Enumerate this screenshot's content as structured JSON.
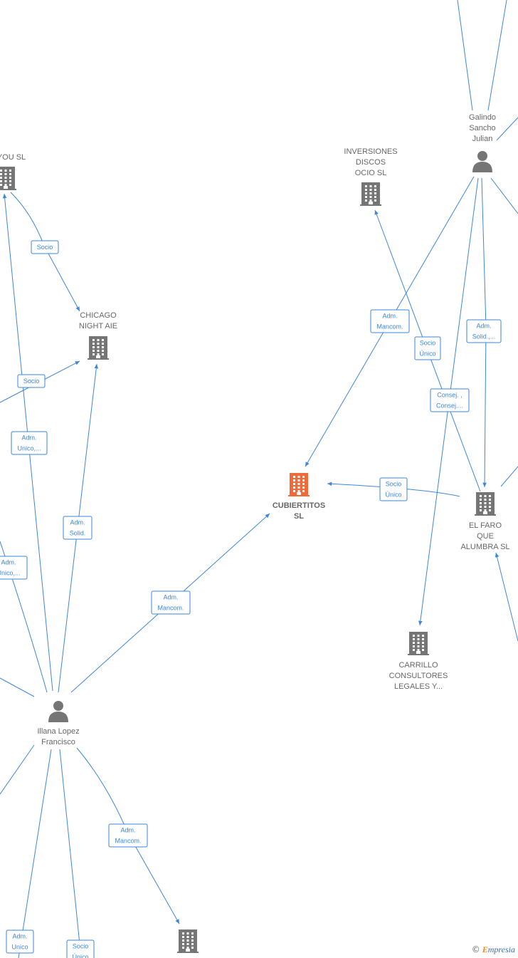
{
  "nodes": [
    {
      "id": "cubiertitos",
      "type": "company",
      "main": true,
      "lines": [
        "CUBIERTITOS",
        "SL"
      ]
    },
    {
      "id": "galindo",
      "type": "person",
      "lines": [
        "Galindo",
        "Sancho",
        "Julian"
      ]
    },
    {
      "id": "inversiones",
      "type": "company",
      "lines": [
        "INVERSIONES",
        "DISCOS",
        "OCIO  SL"
      ]
    },
    {
      "id": "chicago",
      "type": "company",
      "lines": [
        "CHICAGO",
        "NIGHT AIE"
      ]
    },
    {
      "id": "you",
      "type": "company",
      "lines": [
        "YOU  SL"
      ]
    },
    {
      "id": "elfaro",
      "type": "company",
      "lines": [
        "EL FARO",
        "QUE",
        "ALUMBRA  SL"
      ]
    },
    {
      "id": "carrillo",
      "type": "company",
      "lines": [
        "CARRILLO",
        "CONSULTORES",
        "LEGALES Y..."
      ]
    },
    {
      "id": "illana",
      "type": "person",
      "lines": [
        "Illana Lopez",
        "Francisco"
      ]
    },
    {
      "id": "bottom",
      "type": "company",
      "lines": []
    }
  ],
  "edge_labels": [
    {
      "id": "e1",
      "lines": [
        "Socio"
      ]
    },
    {
      "id": "e2",
      "lines": [
        "Socio"
      ]
    },
    {
      "id": "e3",
      "lines": [
        "Adm.",
        "Unico,..."
      ]
    },
    {
      "id": "e4",
      "lines": [
        "Adm.",
        "Solid."
      ]
    },
    {
      "id": "e5",
      "lines": [
        "Adm.",
        "Unico,..."
      ]
    },
    {
      "id": "e6",
      "lines": [
        "Adm.",
        "Mancom."
      ]
    },
    {
      "id": "e7",
      "lines": [
        "Adm.",
        "Mancom."
      ]
    },
    {
      "id": "e8",
      "lines": [
        "Socio",
        "Único"
      ]
    },
    {
      "id": "e9",
      "lines": [
        "Adm.",
        "Solid.,..."
      ]
    },
    {
      "id": "e10",
      "lines": [
        "Consej. ,",
        "Consej...."
      ]
    },
    {
      "id": "e11",
      "lines": [
        "Socio",
        "Único"
      ]
    },
    {
      "id": "e12",
      "lines": [
        "Adm.",
        "Mancom."
      ]
    },
    {
      "id": "e13",
      "lines": [
        "Adm.",
        "Unico"
      ]
    },
    {
      "id": "e14",
      "lines": [
        "Socio",
        "Único"
      ]
    }
  ],
  "colors": {
    "edge": "#3d87d6",
    "icon": "#757575",
    "main_icon": "#f26a3a",
    "label": "#666666"
  },
  "footer": {
    "copyright": "©",
    "brand_initial": "E",
    "brand_rest": "mpresia"
  }
}
